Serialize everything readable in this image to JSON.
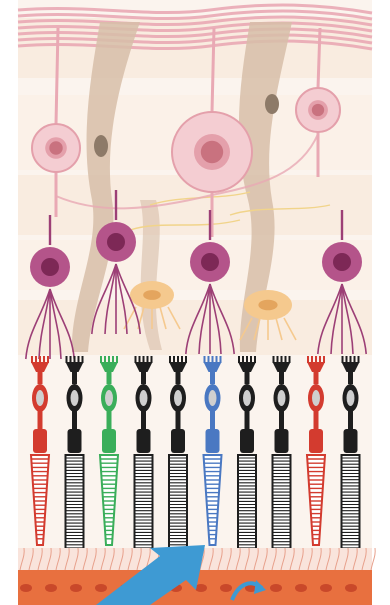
{
  "figure": {
    "layers": [
      "nerve-fiber-layer",
      "ganglion-cell-layer",
      "bipolar-cell-layer",
      "photoreceptor-layer",
      "pigment-epithelium"
    ],
    "colors": {
      "background": "#ffffff",
      "band_light": "#fbf4ee",
      "band_warm": "#f7e6d6",
      "fiber": "#e9a9b4",
      "ganglion_outer": "#f4cdd2",
      "ganglion_inner": "#e4a0ab",
      "ganglion_nucleus": "#c9727f",
      "muller_glia": "#d7bea8",
      "muller_nucleus": "#8d7a68",
      "bipolar_outer": "#b4548a",
      "bipolar_nucleus": "#7d2856",
      "bipolar_dendrite": "#9c3f76",
      "horizontal": "#f5c98e",
      "amacrine_line": "#f1d48a",
      "rod": "#1e1e1e",
      "rod_nucleus": "#cfcfcf",
      "cone_red": "#d33b2f",
      "cone_green": "#3aae5a",
      "cone_blue": "#4a78c2",
      "epithelium": "#e8703f",
      "epithelium_cell": "#c9482a",
      "light_arrow": "#3e9ad3"
    },
    "photoreceptors": [
      "cone-red",
      "rod",
      "cone-green",
      "rod",
      "rod",
      "cone-blue",
      "rod",
      "rod",
      "cone-red",
      "rod"
    ],
    "light_direction": "upward"
  }
}
